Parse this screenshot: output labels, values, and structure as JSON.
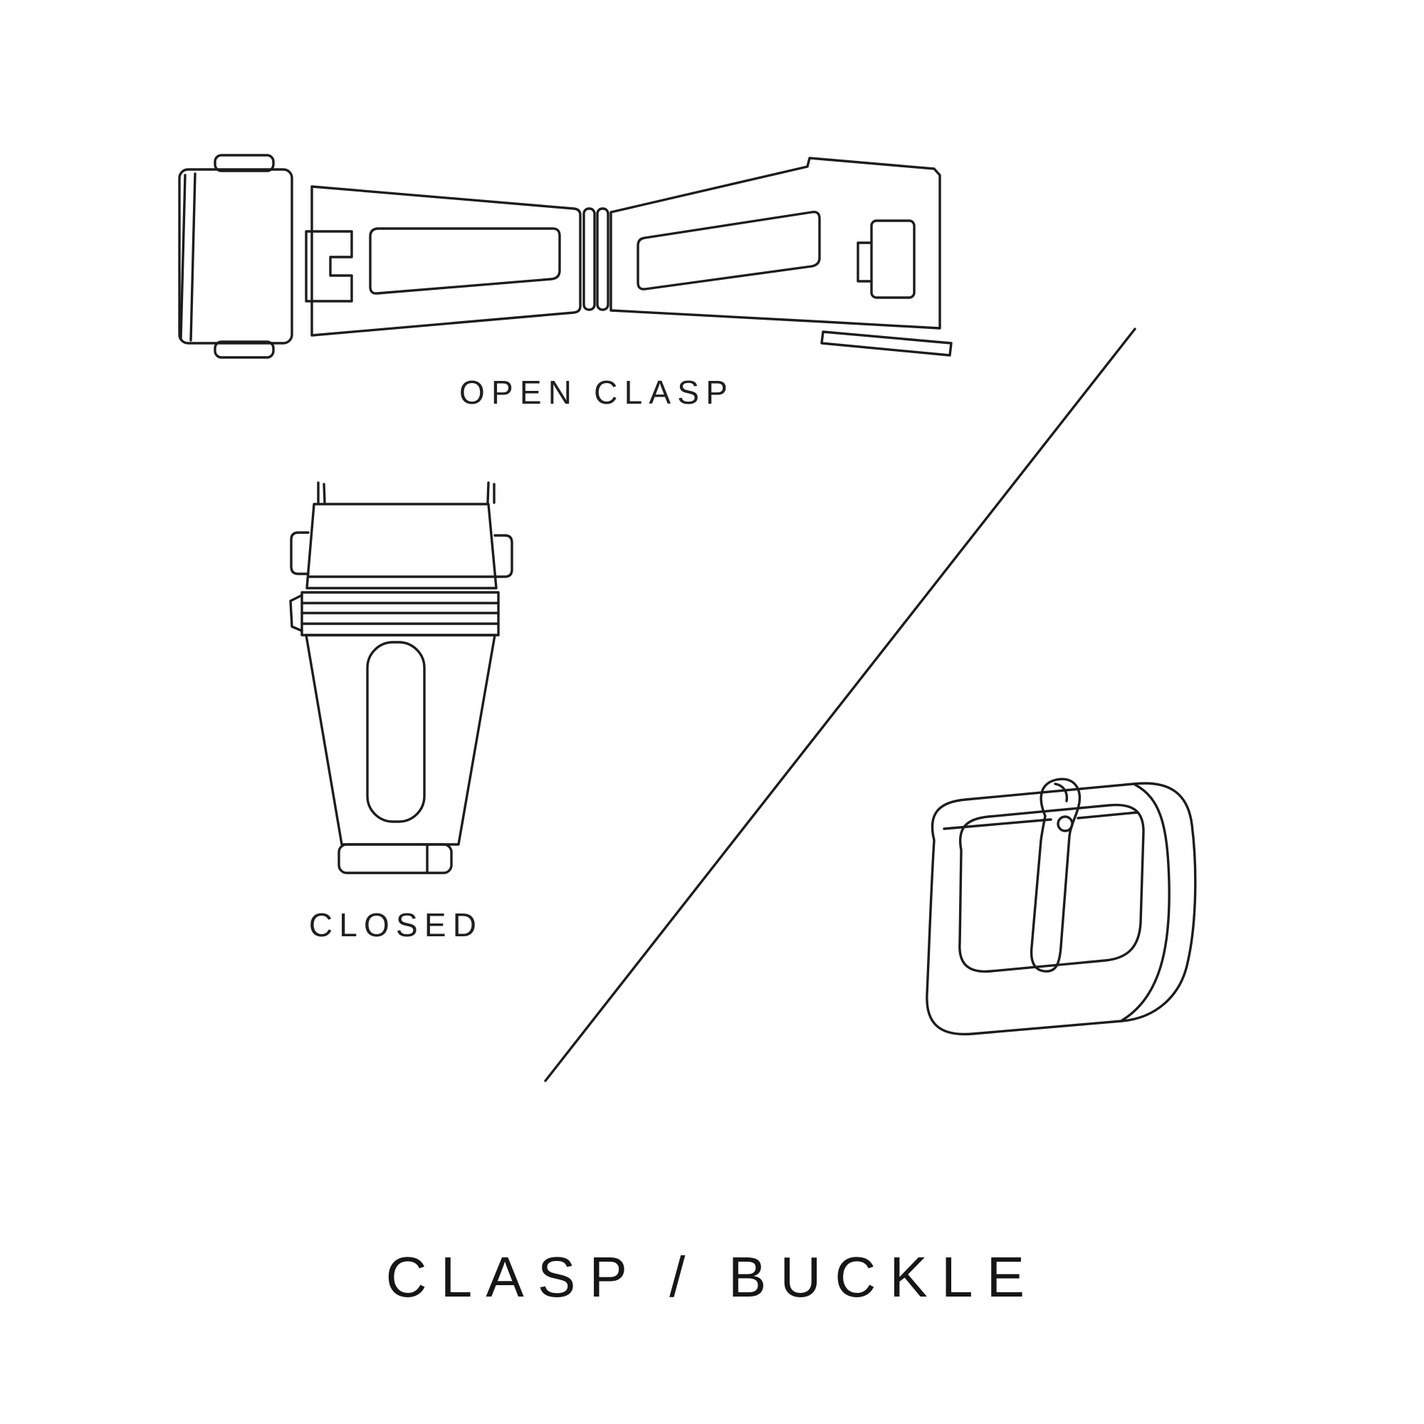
{
  "canvas": {
    "background": "#ffffff",
    "ink": "#1c1c1c"
  },
  "figures": {
    "open_clasp": {
      "label": "OPEN CLASP"
    },
    "closed_clasp": {
      "label": "CLOSED"
    },
    "buckle": {
      "label": ""
    }
  },
  "title": {
    "text": "CLASP / BUCKLE"
  },
  "illustrations": {
    "open_clasp": "open-clasp-line-drawing",
    "closed_clasp": "closed-clasp-line-drawing",
    "buckle": "pin-buckle-line-drawing",
    "divider": "diagonal-divider-line"
  }
}
